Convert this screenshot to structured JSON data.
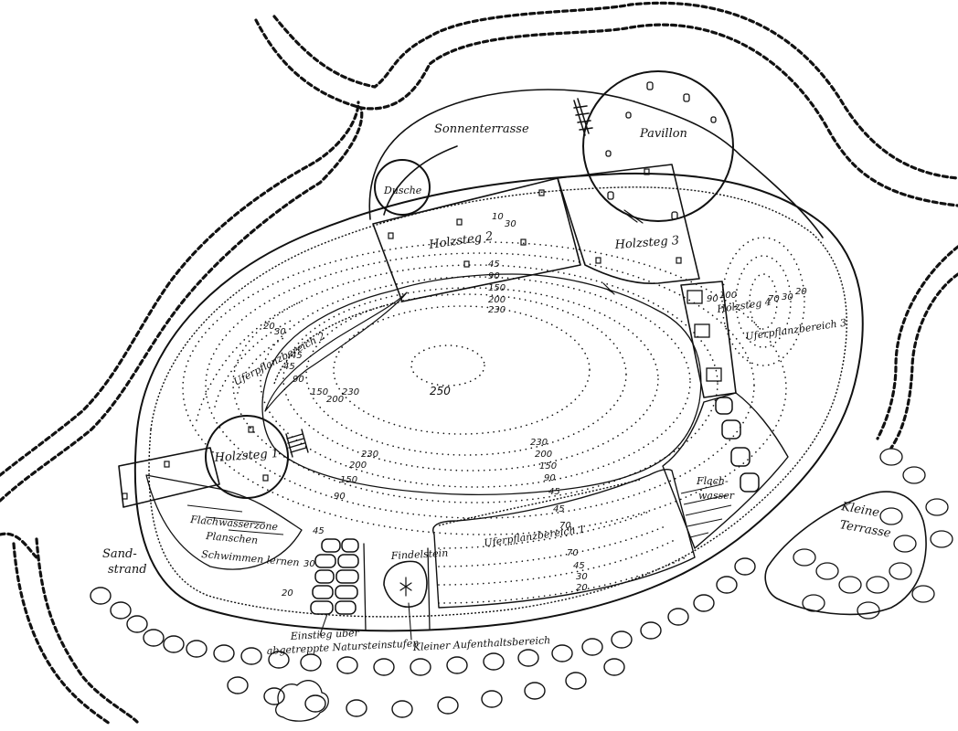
{
  "labels": {
    "sonnenterrasse": "Sonnenterrasse",
    "pavillon": "Pavillon",
    "dusche": "Dusche",
    "holzsteg2": "Holzsteg 2",
    "holzsteg3": "Holzsteg 3",
    "holzsteg4": "Holzsteg 4",
    "holzsteg1": "Holzsteg 1",
    "uferpflanzbereich1": "Uferpflanzbereich 1",
    "uferpflanzbereich2": "Uferpflanzbereich 2",
    "uferpflanzbereich3": "Uferpflanzbereich 3",
    "flachwasserzone": "Flachwasserzone",
    "planschen": "Planschen",
    "schwimmen": "Schwimmen lernen",
    "sandstrand_1": "Sand-",
    "sandstrand_2": "strand",
    "findelstein": "Findelstein",
    "kleiner_aufenthalt": "Kleiner Aufenthaltsbereich",
    "einstieg_1": "Einstieg über",
    "einstieg_2": "abgetreppte Natursteinstufen",
    "flachwasser_1": "Flach-",
    "flachwasser_2": "wasser",
    "kleine_terrasse_1": "Kleine",
    "kleine_terrasse_2": "Terrasse"
  },
  "depths": {
    "d250": "250",
    "d230a": "230",
    "d200a": "200",
    "d150a": "150",
    "d90a": "90",
    "d45a": "45",
    "d10": "10",
    "d30a": "30",
    "s45": "45",
    "s90": "90",
    "s150": "150",
    "s200": "200",
    "s230": "230",
    "l20": "20",
    "l30": "30",
    "l45": "45",
    "l90": "90",
    "l150": "150",
    "l200": "200",
    "l230": "230",
    "r20": "20",
    "r30": "30",
    "r70": "70",
    "r90": "90",
    "r100": "100",
    "c230": "230",
    "c200": "200",
    "c150": "150",
    "c90": "90",
    "c45": "45",
    "u45": "45",
    "u70": "70",
    "u70b": "70",
    "u45b": "45",
    "u30": "30",
    "u20": "20",
    "w30": "30",
    "w20": "20",
    "w45": "45"
  }
}
